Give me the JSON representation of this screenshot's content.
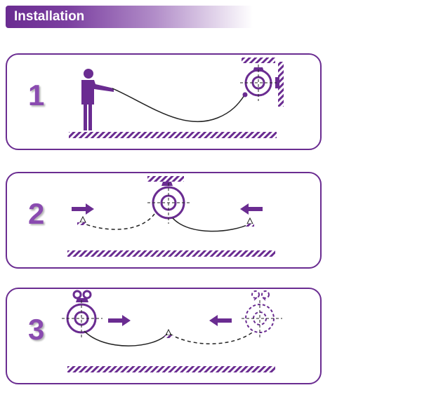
{
  "header": {
    "title": "Installation"
  },
  "steps": [
    {
      "number": "1"
    },
    {
      "number": "2"
    },
    {
      "number": "3"
    }
  ],
  "colors": {
    "accent": "#6a2c91",
    "number": "#8a4bb0",
    "line": "#222222"
  }
}
